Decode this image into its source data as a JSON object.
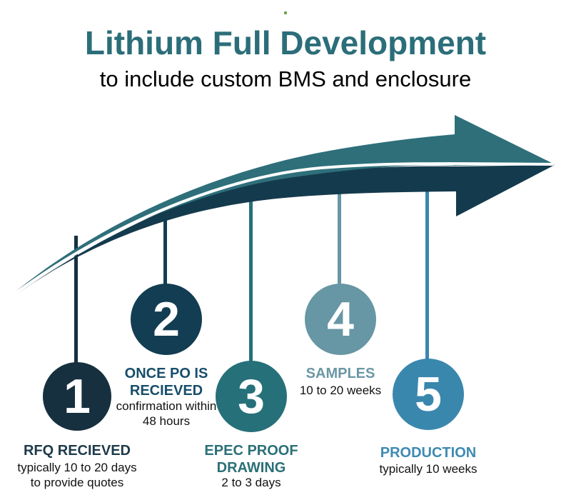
{
  "header": {
    "title": "Lithium Full Development",
    "subtitle": "to include custom BMS and enclosure"
  },
  "colors": {
    "title": "#2b6e79",
    "subtitle": "#000000",
    "arrow_upper": "#2e6f7a",
    "arrow_lower": "#143a4d",
    "arrow_divider": "#ffffff",
    "number_text": "#ffffff",
    "detail_text": "#111111",
    "stray_dot": "#6fa04c"
  },
  "steps": [
    {
      "number": "1",
      "label": "RFQ RECIEVED",
      "detail": "typically 10 to 20 days\nto provide quotes",
      "color": "#16303f",
      "label_color": "#1e3a4a"
    },
    {
      "number": "2",
      "label": "ONCE PO IS\nRECIEVED",
      "detail": "confirmation within\n48 hours",
      "color": "#123d52",
      "label_color": "#174e6b"
    },
    {
      "number": "3",
      "label": "EPEC PROOF\nDRAWING",
      "detail": "2 to 3 days",
      "color": "#26707a",
      "label_color": "#2a7077"
    },
    {
      "number": "4",
      "label": "SAMPLES",
      "detail": "10 to 20 weeks",
      "color": "#6796a4",
      "label_color": "#6b97a5"
    },
    {
      "number": "5",
      "label": "PRODUCTION",
      "detail": "typically 10 weeks",
      "color": "#3a87ae",
      "label_color": "#3e8ab2"
    }
  ]
}
